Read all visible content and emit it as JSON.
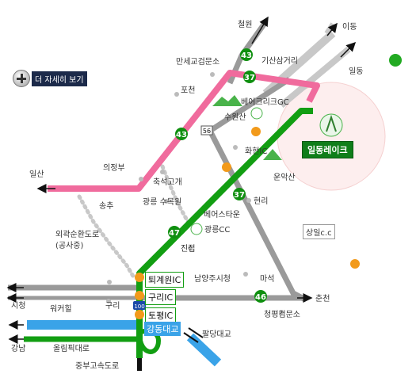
{
  "button": {
    "more": "더 자세히 보기"
  },
  "highlight": {
    "destination": "일동레이크",
    "interchanges": [
      "퇴계원IC",
      "구리IC",
      "토평IC"
    ],
    "bridge": "강동대교"
  },
  "places": {
    "cheolwon": "철원",
    "idong": "이동",
    "ildong": "일동",
    "gisan": "기산삼거리",
    "mansegyo": "만세교검문소",
    "pocheon": "포천",
    "beverly": "베어크리크GC",
    "suwonsan": "수원산",
    "hwahyeon": "화현IC",
    "unaksan": "운악산",
    "ilsan": "일산",
    "uijeongbu": "의정부",
    "chukseok": "축석고개",
    "gwangneung_arb": "광릉 수목원",
    "hyeonri": "현리",
    "songchu": "송추",
    "bearstown": "베어스타운",
    "gwangneung_cc": "광릉CC",
    "jinjeop": "진접",
    "sangil": "상일c.c",
    "outer_ring": "외곽순환도로",
    "outer_ring_sub": "(공사중)",
    "namyangju": "남양주시청",
    "maseok": "마석",
    "cheongpyeong": "청평검문소",
    "chuncheon": "춘천",
    "sicheong": "시청",
    "wokeohil": "워커힐",
    "guri": "구리",
    "paldang": "팔당대교",
    "gangnam": "강남",
    "olympic": "올림픽대로",
    "jungbu": "중부고속도로"
  },
  "routes": [
    "43",
    "37",
    "43",
    "56",
    "37",
    "47",
    "46",
    "100"
  ],
  "colors": {
    "pink": "#f06b9d",
    "green": "#129e12",
    "gray": "#9a9a9a",
    "lightgray": "#c8c8c8",
    "blue": "#3aa3e8",
    "dots": "#c8c8c8",
    "accent_orange": "#f29a1b"
  }
}
